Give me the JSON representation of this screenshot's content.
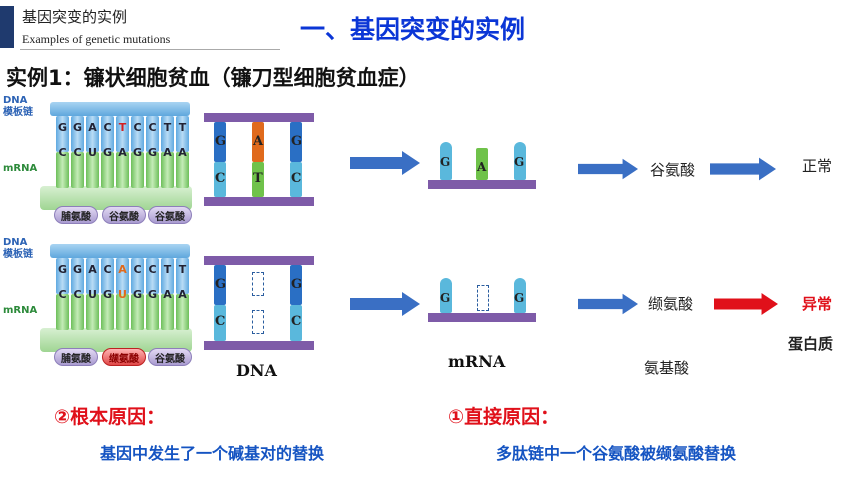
{
  "header": {
    "course_title": "基因突变的实例",
    "course_subtitle": "Examples of genetic mutations",
    "section_title": "一、基因突变的实例",
    "example_title": "实例1：镰状细胞贫血（镰刀型细胞贫血症）"
  },
  "panel_labels": {
    "dna": "DNA",
    "template": "模板链",
    "mrna": "mRNA"
  },
  "normal": {
    "dna_bases": [
      "G",
      "G",
      "A",
      "C",
      "T",
      "C",
      "C",
      "T",
      "T"
    ],
    "mrna_bases": [
      "C",
      "C",
      "U",
      "G",
      "A",
      "G",
      "G",
      "A",
      "A"
    ],
    "amino_pills": [
      "脯氨酸",
      "谷氨酸",
      "谷氨酸"
    ],
    "ladder_top": [
      "G",
      "A",
      "G"
    ],
    "ladder_bottom": [
      "C",
      "T",
      "C"
    ],
    "mrna_ladder": [
      "G",
      "A",
      "G"
    ],
    "amino_acid": "谷氨酸",
    "result": "正常"
  },
  "mutant": {
    "dna_bases": [
      "G",
      "G",
      "A",
      "C",
      "A",
      "C",
      "C",
      "T",
      "T"
    ],
    "mrna_bases": [
      "C",
      "C",
      "U",
      "G",
      "U",
      "G",
      "G",
      "A",
      "A"
    ],
    "amino_pills": [
      "脯氨酸",
      "缬氨酸",
      "谷氨酸"
    ],
    "ladder_top": [
      "G",
      "G"
    ],
    "ladder_bottom": [
      "C",
      "C"
    ],
    "mrna_ladder": [
      "G",
      "G"
    ],
    "amino_acid": "缬氨酸",
    "result": "异常"
  },
  "captions": {
    "dna": "DNA",
    "mrna": "mRNA",
    "amino": "氨基酸",
    "protein": "蛋白质"
  },
  "causes": {
    "root_title": "②根本原因：",
    "root_text": "基因中发生了一个碱基对的替换",
    "direct_title": "①直接原因：",
    "direct_text": "多肽链中一个谷氨酸被缬氨酸替换"
  },
  "colors": {
    "accent_blue": "#0b36d6",
    "red": "#e0101a",
    "purple": "#7e5ba8",
    "arrow": "#3a6fc4"
  }
}
